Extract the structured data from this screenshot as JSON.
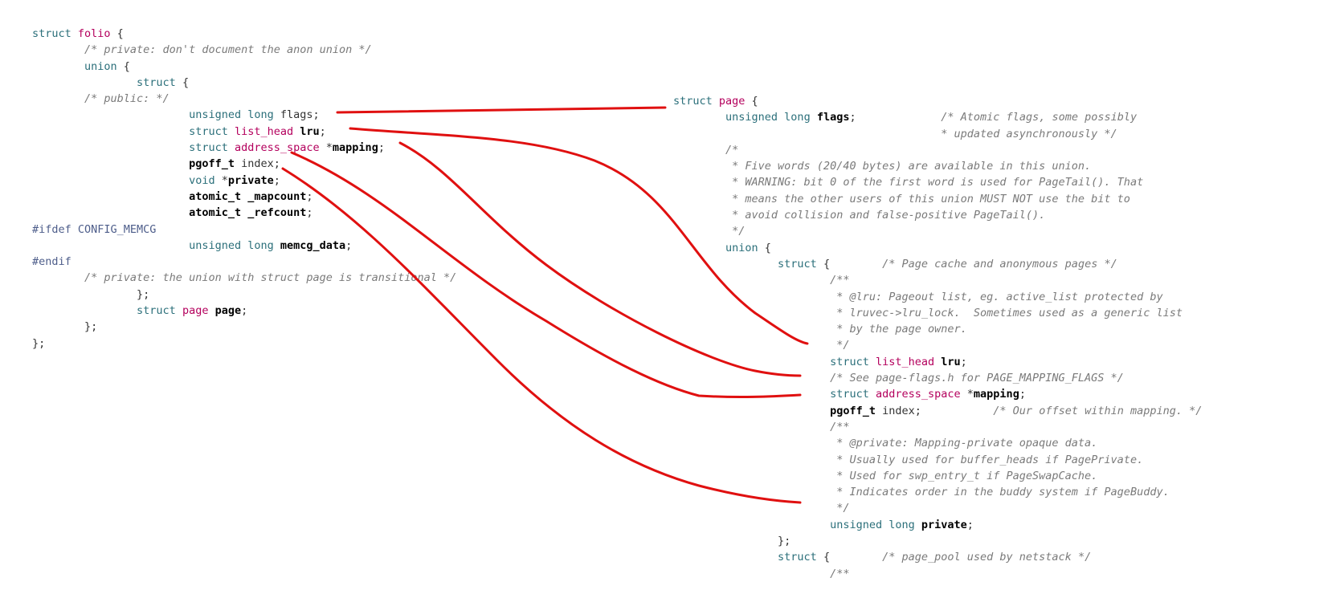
{
  "colors": {
    "keyword": "#2b6f7a",
    "type_name": "#b4005d",
    "identifier": "#000000",
    "plain": "#333333",
    "comment": "#7a7a7a",
    "preprocessor": "#4d5d8a",
    "connector": "#e01010",
    "background": "#ffffff"
  },
  "left_code": {
    "lines": [
      [
        [
          "kw",
          "struct "
        ],
        [
          "ty",
          "folio"
        ],
        [
          "pl",
          " {"
        ]
      ],
      [
        [
          "cm",
          "        /* private: don't document the anon union */"
        ]
      ],
      [
        [
          "pl",
          "        "
        ],
        [
          "kw",
          "union"
        ],
        [
          "pl",
          " {"
        ]
      ],
      [
        [
          "pl",
          "                "
        ],
        [
          "kw",
          "struct"
        ],
        [
          "pl",
          " {"
        ]
      ],
      [
        [
          "cm",
          "        /* public: */"
        ]
      ],
      [
        [
          "pl",
          "                        "
        ],
        [
          "kw",
          "unsigned long"
        ],
        [
          "pl",
          " flags;"
        ]
      ],
      [
        [
          "pl",
          "                        "
        ],
        [
          "kw",
          "struct "
        ],
        [
          "ty",
          "list_head"
        ],
        [
          "pl",
          " "
        ],
        [
          "id",
          "lru"
        ],
        [
          "pl",
          ";"
        ]
      ],
      [
        [
          "pl",
          "                        "
        ],
        [
          "kw",
          "struct "
        ],
        [
          "ty",
          "address_space"
        ],
        [
          "pl",
          " *"
        ],
        [
          "id",
          "mapping"
        ],
        [
          "pl",
          ";"
        ]
      ],
      [
        [
          "pl",
          "                        "
        ],
        [
          "id",
          "pgoff_t"
        ],
        [
          "pl",
          " index;"
        ]
      ],
      [
        [
          "pl",
          "                        "
        ],
        [
          "kw",
          "void"
        ],
        [
          "pl",
          " *"
        ],
        [
          "id",
          "private"
        ],
        [
          "pl",
          ";"
        ]
      ],
      [
        [
          "pl",
          "                        "
        ],
        [
          "id",
          "atomic_t _mapcount"
        ],
        [
          "pl",
          ";"
        ]
      ],
      [
        [
          "pl",
          "                        "
        ],
        [
          "id",
          "atomic_t _refcount"
        ],
        [
          "pl",
          ";"
        ]
      ],
      [
        [
          "pp",
          "#ifdef CONFIG_MEMCG"
        ]
      ],
      [
        [
          "pl",
          "                        "
        ],
        [
          "kw",
          "unsigned long"
        ],
        [
          "pl",
          " "
        ],
        [
          "id",
          "memcg_data"
        ],
        [
          "pl",
          ";"
        ]
      ],
      [
        [
          "pp",
          "#endif"
        ]
      ],
      [
        [
          "cm",
          "        /* private: the union with struct page is transitional */"
        ]
      ],
      [
        [
          "pl",
          "                };"
        ]
      ],
      [
        [
          "pl",
          "                "
        ],
        [
          "kw",
          "struct "
        ],
        [
          "ty",
          "page"
        ],
        [
          "pl",
          " "
        ],
        [
          "id",
          "page"
        ],
        [
          "pl",
          ";"
        ]
      ],
      [
        [
          "pl",
          "        };"
        ]
      ],
      [
        [
          "pl",
          "};"
        ]
      ]
    ]
  },
  "right_code": {
    "lines": [
      [
        [
          "kw",
          "struct "
        ],
        [
          "ty",
          "page"
        ],
        [
          "pl",
          " {"
        ]
      ],
      [
        [
          "pl",
          "        "
        ],
        [
          "kw",
          "unsigned long"
        ],
        [
          "pl",
          " "
        ],
        [
          "id",
          "flags"
        ],
        [
          "pl",
          ";             "
        ],
        [
          "cm",
          "/* Atomic flags, some possibly"
        ]
      ],
      [
        [
          "cm",
          "                                         * updated asynchronously */"
        ]
      ],
      [
        [
          "cm",
          "        /*"
        ]
      ],
      [
        [
          "cm",
          "         * Five words (20/40 bytes) are available in this union."
        ]
      ],
      [
        [
          "cm",
          "         * WARNING: bit 0 of the first word is used for PageTail(). That"
        ]
      ],
      [
        [
          "cm",
          "         * means the other users of this union MUST NOT use the bit to"
        ]
      ],
      [
        [
          "cm",
          "         * avoid collision and false-positive PageTail()."
        ]
      ],
      [
        [
          "cm",
          "         */"
        ]
      ],
      [
        [
          "pl",
          "        "
        ],
        [
          "kw",
          "union"
        ],
        [
          "pl",
          " {"
        ]
      ],
      [
        [
          "pl",
          "                "
        ],
        [
          "kw",
          "struct"
        ],
        [
          "pl",
          " {        "
        ],
        [
          "cm",
          "/* Page cache and anonymous pages */"
        ]
      ],
      [
        [
          "cm",
          "                        /**"
        ]
      ],
      [
        [
          "cm",
          "                         * @lru: Pageout list, eg. active_list protected by"
        ]
      ],
      [
        [
          "cm",
          "                         * lruvec->lru_lock.  Sometimes used as a generic list"
        ]
      ],
      [
        [
          "cm",
          "                         * by the page owner."
        ]
      ],
      [
        [
          "cm",
          "                         */"
        ]
      ],
      [
        [
          "pl",
          "                        "
        ],
        [
          "kw",
          "struct "
        ],
        [
          "ty",
          "list_head"
        ],
        [
          "pl",
          " "
        ],
        [
          "id",
          "lru"
        ],
        [
          "pl",
          ";"
        ]
      ],
      [
        [
          "cm",
          "                        /* See page-flags.h for PAGE_MAPPING_FLAGS */"
        ]
      ],
      [
        [
          "pl",
          "                        "
        ],
        [
          "kw",
          "struct "
        ],
        [
          "ty",
          "address_space"
        ],
        [
          "pl",
          " *"
        ],
        [
          "id",
          "mapping"
        ],
        [
          "pl",
          ";"
        ]
      ],
      [
        [
          "pl",
          "                        "
        ],
        [
          "id",
          "pgoff_t"
        ],
        [
          "pl",
          " index;           "
        ],
        [
          "cm",
          "/* Our offset within mapping. */"
        ]
      ],
      [
        [
          "cm",
          "                        /**"
        ]
      ],
      [
        [
          "cm",
          "                         * @private: Mapping-private opaque data."
        ]
      ],
      [
        [
          "cm",
          "                         * Usually used for buffer_heads if PagePrivate."
        ]
      ],
      [
        [
          "cm",
          "                         * Used for swp_entry_t if PageSwapCache."
        ]
      ],
      [
        [
          "cm",
          "                         * Indicates order in the buddy system if PageBuddy."
        ]
      ],
      [
        [
          "cm",
          "                         */"
        ]
      ],
      [
        [
          "pl",
          "                        "
        ],
        [
          "kw",
          "unsigned long"
        ],
        [
          "pl",
          " "
        ],
        [
          "id",
          "private"
        ],
        [
          "pl",
          ";"
        ]
      ],
      [
        [
          "pl",
          "                };"
        ]
      ],
      [
        [
          "pl",
          "                "
        ],
        [
          "kw",
          "struct"
        ],
        [
          "pl",
          " {        "
        ],
        [
          "cm",
          "/* page_pool used by netstack */"
        ]
      ],
      [
        [
          "cm",
          "                        /**"
        ]
      ]
    ]
  }
}
